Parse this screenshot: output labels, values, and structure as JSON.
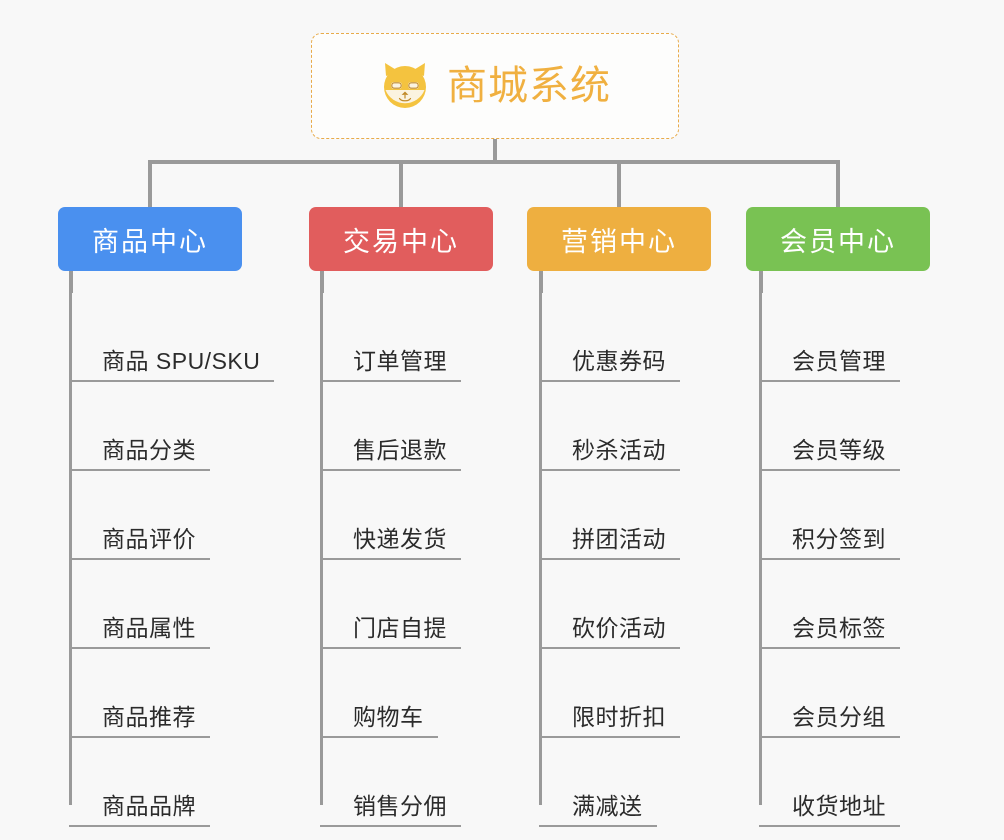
{
  "background_color": "#f8f8f8",
  "root": {
    "title": "商城系统",
    "icon": "shiba-dog-icon",
    "title_color": "#f0b040",
    "border_color": "#e8ab4a",
    "border_style": "dashed"
  },
  "connector_color": "#9a9a9a",
  "categories": [
    {
      "label": "商品中心",
      "color": "#4a90ef",
      "items": [
        "商品 SPU/SKU",
        "商品分类",
        "商品评价",
        "商品属性",
        "商品推荐",
        "商品品牌"
      ]
    },
    {
      "label": "交易中心",
      "color": "#e15d5d",
      "items": [
        "订单管理",
        "售后退款",
        "快递发货",
        "门店自提",
        "购物车",
        "销售分佣"
      ]
    },
    {
      "label": "营销中心",
      "color": "#eeaf40",
      "items": [
        "优惠券码",
        "秒杀活动",
        "拼团活动",
        "砍价活动",
        "限时折扣",
        "满减送"
      ]
    },
    {
      "label": "会员中心",
      "color": "#79c253",
      "items": [
        "会员管理",
        "会员等级",
        "积分签到",
        "会员标签",
        "会员分组",
        "收货地址"
      ]
    }
  ]
}
